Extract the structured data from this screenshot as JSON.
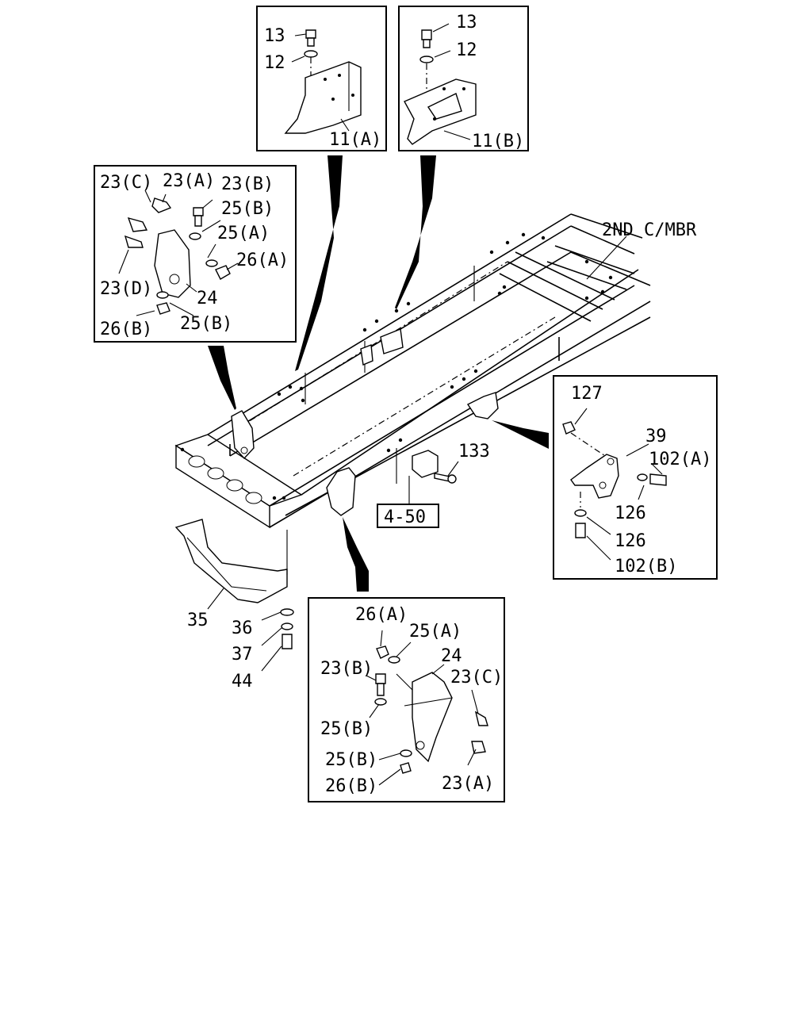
{
  "labels": {
    "l13a": "13",
    "l12a": "12",
    "l11a": "11(A)",
    "l13b": "13",
    "l12b": "12",
    "l11b": "11(B)",
    "l23c": "23(C)",
    "l23a": "23(A)",
    "l23b": "23(B)",
    "l25b1": "25(B)",
    "l25a": "25(A)",
    "l26a": "26(A)",
    "l23d": "23(D)",
    "l24": "24",
    "l25b2": "25(B)",
    "l26b": "26(B)",
    "l2nd": "2ND C/MBR",
    "l127": "127",
    "l39": "39",
    "l102a": "102(A)",
    "l126a": "126",
    "l126b": "126",
    "l102b": "102(B)",
    "l133": "133",
    "l450": "4-50",
    "l35": "35",
    "l36": "36",
    "l37": "37",
    "l44": "44",
    "m26a": "26(A)",
    "m25a": "25(A)",
    "m24": "24",
    "m23b": "23(B)",
    "m23c": "23(C)",
    "m25b1": "25(B)",
    "m25b2": "25(B)",
    "m26b": "26(B)",
    "m23a": "23(A)"
  }
}
